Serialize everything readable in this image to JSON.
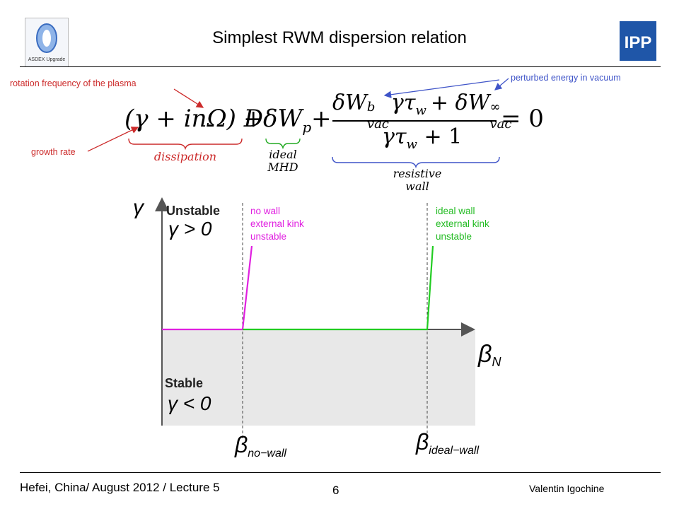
{
  "slide": {
    "title": "Simplest RWM dispersion relation",
    "footer_left": "Hefei, China/ August 2012 / Lecture 5",
    "page_number": "6",
    "footer_right": "Valentin Igochine",
    "logo_left_text": "ASDEX Upgrade",
    "logo_right_text": "IPP"
  },
  "annotations": {
    "rotation": "rotation frequency of the plasma",
    "growth": "growth rate",
    "vacuum": "perturbed energy in vacuum"
  },
  "equation": {
    "term1": "(γ + inΩ) D",
    "plus1": "+",
    "term2": "δW",
    "term2_sub": "p",
    "plus2": "+",
    "numerator": "δW",
    "num_sup_b": "b",
    "num_sub_vac1": "vac",
    "num_mid": "γτ",
    "num_sub_w": "w",
    "num_plus": "+ δW",
    "num_sup_inf": "∞",
    "num_sub_vac2": "vac",
    "denominator": "γτ",
    "den_sub_w": "w",
    "den_tail": " + 1",
    "equals": "= 0",
    "brace1": "dissipation",
    "brace2_line1": "ideal",
    "brace2_line2": "MHD",
    "brace3_line1": "resistive",
    "brace3_line2": "wall"
  },
  "diagram": {
    "y_axis_symbol": "γ",
    "x_axis_symbol": "β",
    "x_axis_sub": "N",
    "unstable_label": "Unstable",
    "unstable_cond": "γ > 0",
    "stable_label": "Stable",
    "stable_cond": "γ < 0",
    "nowall_lines": [
      "no wall",
      "external kink",
      "unstable"
    ],
    "idealwall_lines": [
      "ideal wall",
      "external kink",
      "unstable"
    ],
    "beta_nowall": "β",
    "beta_nowall_sub": "no−wall",
    "beta_ideal": "β",
    "beta_ideal_sub": "ideal−wall",
    "colors": {
      "nowall": "#e020e0",
      "idealwall": "#22cc22",
      "stable_bg": "#e8e8e8",
      "red": "#cc2a2a",
      "blue": "#3f54c8"
    }
  }
}
